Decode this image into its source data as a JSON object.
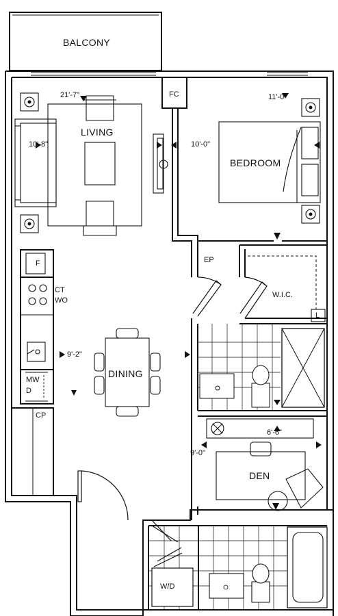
{
  "rooms": {
    "balcony": "BALCONY",
    "living": "LIVING",
    "bedroom": "BEDROOM",
    "dining": "DINING",
    "den": "DEN",
    "wic": "W.I.C."
  },
  "fixtures": {
    "fc": "FC",
    "ep": "EP",
    "f": "F",
    "ct": "CT",
    "wo": "WO",
    "mw": "MW",
    "d": "D",
    "cp": "CP",
    "l": "L",
    "wd": "W/D"
  },
  "dimensions": {
    "living_width": "21'-7\"",
    "living_depth": "10'-8\"",
    "bedroom_width": "11'-0\"",
    "bedroom_depth": "10'-0\"",
    "dining_width": "9'-2\"",
    "den_width": "6'-6\"",
    "den_depth": "9'-0\""
  },
  "colors": {
    "line": "#111111",
    "background": "#ffffff"
  }
}
